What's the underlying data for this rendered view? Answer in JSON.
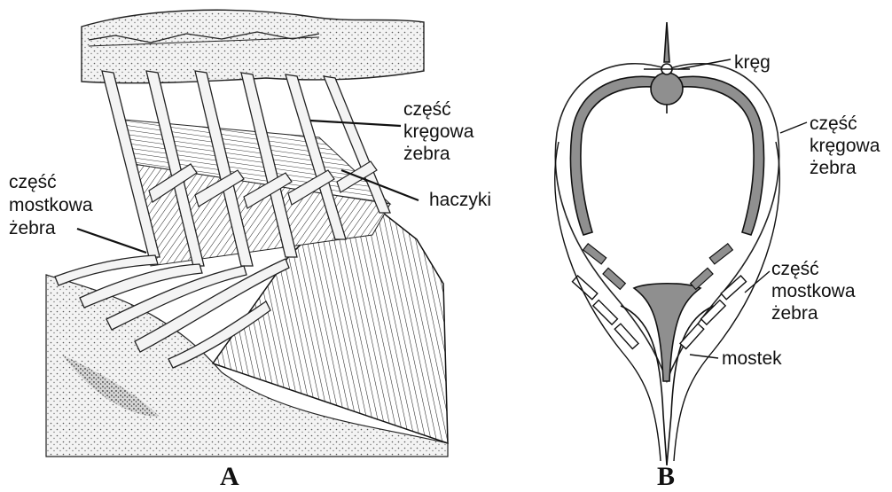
{
  "panel_a": {
    "letter": "A",
    "labels": {
      "vertebral_part": [
        "część",
        "kręgowa",
        "żebra"
      ],
      "sternal_part": [
        "część",
        "mostkowa",
        "żebra"
      ],
      "hooks": "haczyki"
    }
  },
  "panel_b": {
    "letter": "B",
    "labels": {
      "vertebra": "kręg",
      "vertebral_part": [
        "część",
        "kręgowa",
        "żebra"
      ],
      "sternal_part": [
        "część",
        "mostkowa",
        "żebra"
      ],
      "sternum": "mostek"
    }
  },
  "colors": {
    "bone_fill": "#e8e8e8",
    "shade_fill": "#8f8f8f",
    "ink": "#111111"
  }
}
